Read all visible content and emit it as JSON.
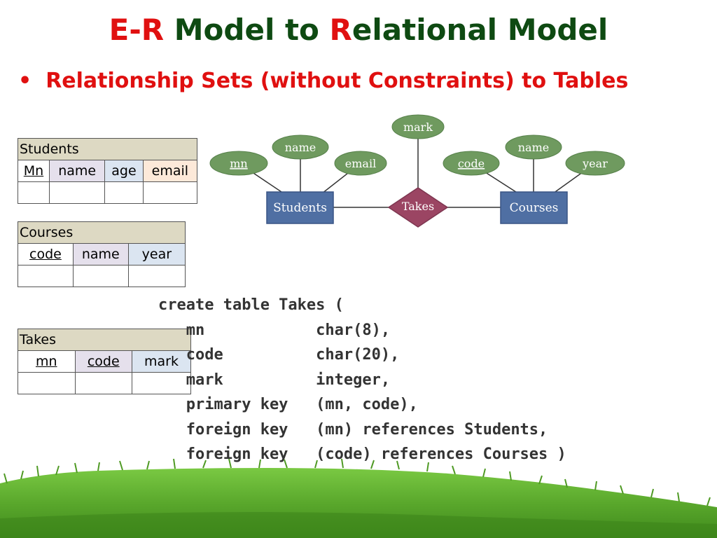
{
  "title": {
    "part1": "E-R",
    "part2": " Model to ",
    "part3": "R",
    "part4": "elational Model"
  },
  "bullet": {
    "glyph": "•",
    "text": "Relationship Sets (without Constraints) to Tables"
  },
  "tables": {
    "students": {
      "name": "Students",
      "cols": [
        "Mn",
        "name",
        "age",
        "email"
      ]
    },
    "courses": {
      "name": "Courses",
      "cols": [
        "code",
        "name",
        "year"
      ]
    },
    "takes": {
      "name": "Takes",
      "cols": [
        "mn",
        "code",
        "mark"
      ]
    }
  },
  "er": {
    "students_entity": "Students",
    "courses_entity": "Courses",
    "takes_relationship": "Takes",
    "attr_mark": "mark",
    "attr_students_name": "name",
    "attr_mn": "mn",
    "attr_email": "email",
    "attr_code": "code",
    "attr_courses_name": "name",
    "attr_year": "year"
  },
  "sql": [
    "create table Takes (",
    "   mn            char(8),",
    "   code          char(20),",
    "   mark          integer,",
    "   primary key   (mn, code),",
    "   foreign key   (mn) references Students,",
    "   foreign key   (code) references Courses )"
  ],
  "colors": {
    "entity": "#4f6fa3",
    "relationship": "#9b4563",
    "attribute": "#6f9a5f",
    "title_green": "#0e4a12",
    "title_red": "#e01010"
  }
}
